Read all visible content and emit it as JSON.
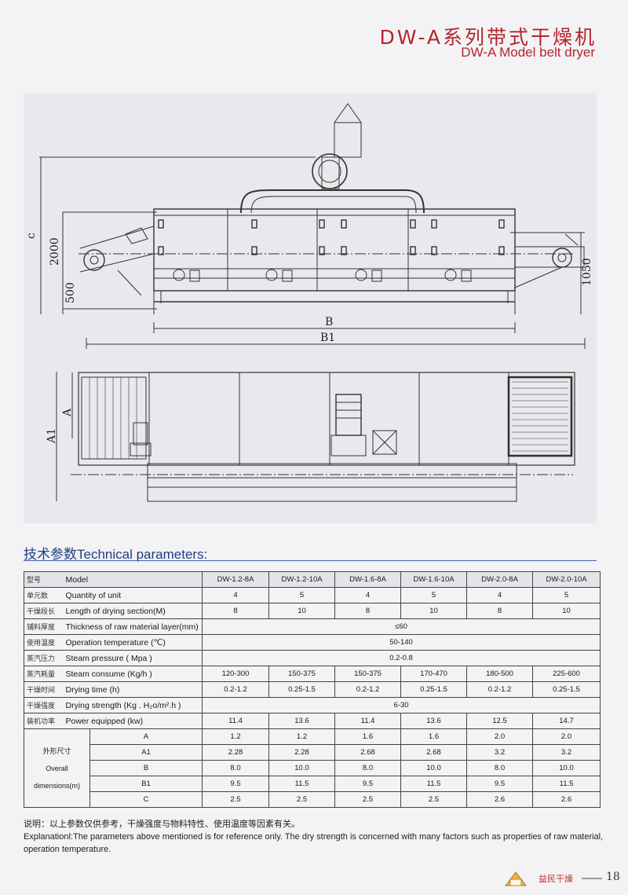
{
  "header": {
    "title_cn": "DW-A系列带式干燥机",
    "title_en": "DW-A Model belt dryer"
  },
  "drawing": {
    "labels": {
      "c": "c",
      "h2000": "2000",
      "h500": "500",
      "h1050": "1050",
      "B": "B",
      "B1": "B1",
      "A": "A",
      "A1": "A1"
    }
  },
  "section": {
    "title": "技术参数Technical parameters:"
  },
  "table": {
    "head": {
      "cn": "型号",
      "en": "Model",
      "models": [
        "DW-1.2-8A",
        "DW-1.2-10A",
        "DW-1.6-8A",
        "DW-1.6-10A",
        "DW-2.0-8A",
        "DW-2.0-10A"
      ]
    },
    "rows": [
      {
        "cn": "单元数",
        "en": "Quantity of unit",
        "values": [
          "4",
          "5",
          "4",
          "5",
          "4",
          "5"
        ]
      },
      {
        "cn": "干燥段长",
        "en": "Length of drying section(M)",
        "values": [
          "8",
          "10",
          "8",
          "10",
          "8",
          "10"
        ]
      },
      {
        "cn": "铺料厚度",
        "en": "Thickness of raw material layer(mm)",
        "span": "≤60"
      },
      {
        "cn": "使用温度",
        "en": "Operation temperature (℃)",
        "span": "50-140"
      },
      {
        "cn": "蒸汽压力",
        "en": "Steam pressure ( Mpa )",
        "span": "0.2-0.8"
      },
      {
        "cn": "蒸汽耗量",
        "en": "Steam consume (Kg/h )",
        "values": [
          "120-300",
          "150-375",
          "150-375",
          "170-470",
          "180-500",
          "225-600"
        ]
      },
      {
        "cn": "干燥时间",
        "en": "Drying time (h)",
        "values": [
          "0.2-1.2",
          "0.25-1.5",
          "0.2-1.2",
          "0.25-1.5",
          "0.2-1.2",
          "0.25-1.5"
        ]
      },
      {
        "cn": "干燥强度",
        "en": "Drying strength (Kg . H₂o/m².h )",
        "span": "6-30"
      },
      {
        "cn": "装机功率",
        "en": "Power equipped (kw)",
        "values": [
          "11.4",
          "13.6",
          "11.4",
          "13.6",
          "12.5",
          "14.7"
        ]
      }
    ],
    "dimensions": {
      "cn": "外形尺寸",
      "en1": "Overall",
      "en2": "dimensions(m)",
      "rows": [
        {
          "label": "A",
          "values": [
            "1.2",
            "1.2",
            "1.6",
            "1.6",
            "2.0",
            "2.0"
          ]
        },
        {
          "label": "A1",
          "values": [
            "2.28",
            "2.28",
            "2.68",
            "2.68",
            "3.2",
            "3.2"
          ]
        },
        {
          "label": "B",
          "values": [
            "8.0",
            "10.0",
            "8.0",
            "10.0",
            "8.0",
            "10.0"
          ]
        },
        {
          "label": "B1",
          "values": [
            "9.5",
            "11.5",
            "9.5",
            "11.5",
            "9.5",
            "11.5"
          ]
        },
        {
          "label": "C",
          "values": [
            "2.5",
            "2.5",
            "2.5",
            "2.5",
            "2.6",
            "2.6"
          ]
        }
      ]
    }
  },
  "notes": {
    "cn": "说明：以上参数仅供参考，干燥强度与物料特性、使用温度等因素有关。",
    "en": "Explanationl:The parameters above mentioned is for reference only. The dry strength is concerned with many factors such as properties of raw material, operation temperature."
  },
  "footer": {
    "brand": "益民干燥",
    "page": "18"
  },
  "colors": {
    "accent_red": "#b4262b",
    "heading_blue": "#1f3f83",
    "background": "#f3f2f4"
  }
}
